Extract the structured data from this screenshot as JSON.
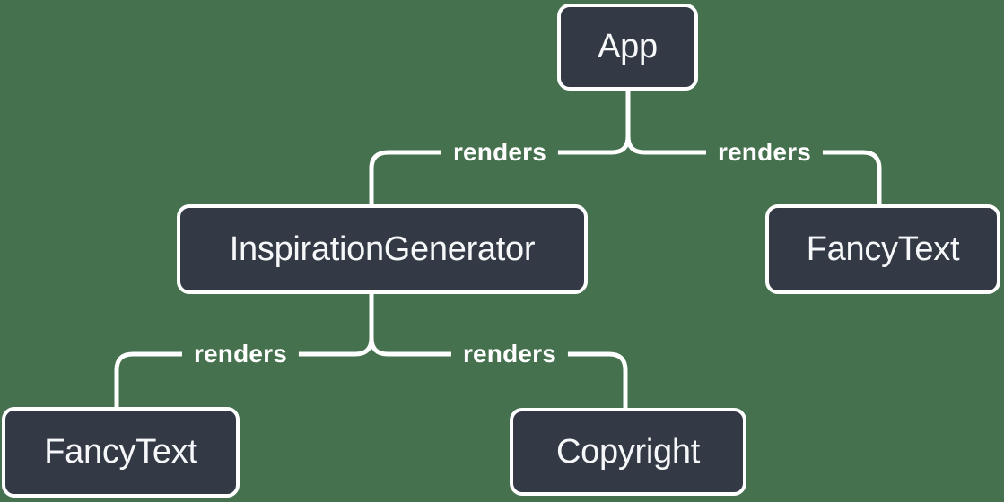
{
  "diagram": {
    "colors": {
      "background": "#46714F",
      "node_fill": "#333A46",
      "node_border": "#FFFFFF",
      "edge": "#FFFFFF",
      "text": "#F6F7F9"
    },
    "nodes": {
      "app": {
        "label": "App"
      },
      "inspiration_generator": {
        "label": "InspirationGenerator"
      },
      "fancy_text_top": {
        "label": "FancyText"
      },
      "fancy_text_bottom": {
        "label": "FancyText"
      },
      "copyright": {
        "label": "Copyright"
      }
    },
    "edges": {
      "app_to_inspiration_generator": {
        "from": "App",
        "to": "InspirationGenerator",
        "label": "renders"
      },
      "app_to_fancy_text": {
        "from": "App",
        "to": "FancyText",
        "label": "renders"
      },
      "inspiration_generator_to_fancy_text": {
        "from": "InspirationGenerator",
        "to": "FancyText",
        "label": "renders"
      },
      "inspiration_generator_to_copyright": {
        "from": "InspirationGenerator",
        "to": "Copyright",
        "label": "renders"
      }
    }
  }
}
